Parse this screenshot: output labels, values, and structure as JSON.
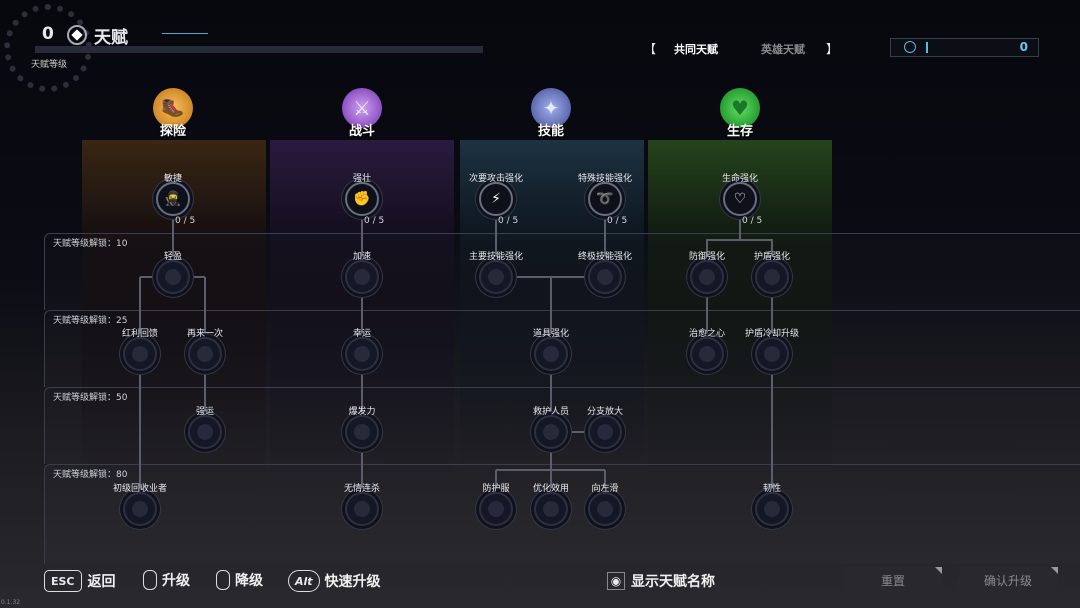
{
  "header": {
    "talent_level": "0",
    "title": "天赋",
    "level_label": "天赋等级",
    "version": "0.1.32"
  },
  "tabs": {
    "open": "【",
    "shared": "共同天赋",
    "hero": "英雄天赋",
    "close": "】"
  },
  "points": {
    "value": "0"
  },
  "categories": [
    {
      "label": "探险",
      "color": "#f0a030"
    },
    {
      "label": "战斗",
      "color": "#b070e0"
    },
    {
      "label": "技能",
      "color": "#7080d0"
    },
    {
      "label": "生存",
      "color": "#30c040"
    }
  ],
  "tiers": [
    "天赋等级解锁：10",
    "天赋等级解锁：25",
    "天赋等级解锁：50",
    "天赋等级解锁：80"
  ],
  "nodes": {
    "minjie": {
      "name": "敏捷",
      "level": "0 / 5"
    },
    "qiangzhuang": {
      "name": "强壮",
      "level": "0 / 5"
    },
    "ciyao": {
      "name": "次要攻击强化",
      "level": "0 / 5"
    },
    "teshu": {
      "name": "特殊技能强化",
      "level": "0 / 5"
    },
    "shengming": {
      "name": "生命强化",
      "level": "0 / 5"
    },
    "qingying": {
      "name": "轻盈"
    },
    "jiasu": {
      "name": "加速"
    },
    "zhuyao": {
      "name": "主要技能强化"
    },
    "zhongji": {
      "name": "终极技能强化"
    },
    "fangyu": {
      "name": "防御强化"
    },
    "hudun": {
      "name": "护盾强化"
    },
    "hongli": {
      "name": "红利回馈"
    },
    "zailai": {
      "name": "再来一次"
    },
    "xingyun": {
      "name": "幸运"
    },
    "daoju": {
      "name": "道具强化"
    },
    "zhiyu": {
      "name": "治愈之心"
    },
    "hudunlq": {
      "name": "护盾冷却升级"
    },
    "qiangyun": {
      "name": "强运"
    },
    "baofa": {
      "name": "爆发力"
    },
    "jiuhu": {
      "name": "救护人员"
    },
    "fenzhi": {
      "name": "分支放大"
    },
    "chuji": {
      "name": "初级回收业者"
    },
    "wuqing": {
      "name": "无情连杀"
    },
    "fanghu": {
      "name": "防护服"
    },
    "youhua": {
      "name": "优化效用"
    },
    "xiangzuo": {
      "name": "向左滑"
    },
    "renxing": {
      "name": "韧性"
    }
  },
  "footer": {
    "esc_key": "ESC",
    "back": "返回",
    "upgrade": "升级",
    "downgrade": "降级",
    "alt_key": "Alt",
    "quick_upgrade": "快速升级",
    "show_names": "显示天赋名称",
    "reset": "重置",
    "confirm": "确认升级"
  }
}
